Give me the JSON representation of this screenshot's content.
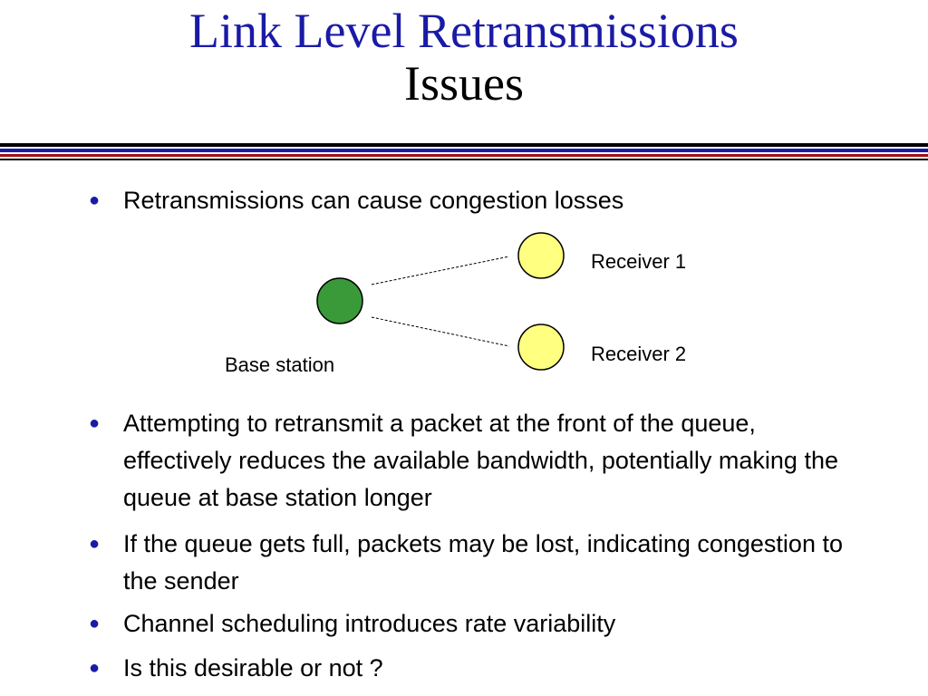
{
  "slide": {
    "title_line1": "Link Level Retransmissions",
    "title_line2": "Issues",
    "bullets": [
      "Retransmissions can cause congestion losses",
      "Attempting to retransmit a packet at the front of the queue, effectively reduces the available bandwidth, potentially making the queue at base station longer",
      "If the queue gets full, packets may be lost, indicating congestion to the sender",
      "Channel scheduling introduces rate variability",
      "Is this desirable or not ?"
    ],
    "bullet_glyph": "●"
  },
  "diagram": {
    "base_station_label": "Base station",
    "receiver1_label": "Receiver 1",
    "receiver2_label": "Receiver 2",
    "base_station_color": "#3a9a3a",
    "receiver_color": "#ffff80"
  },
  "colors": {
    "title": "#1a1aa6",
    "rule_blue": "#1a1aa6",
    "rule_red": "#a01010"
  }
}
